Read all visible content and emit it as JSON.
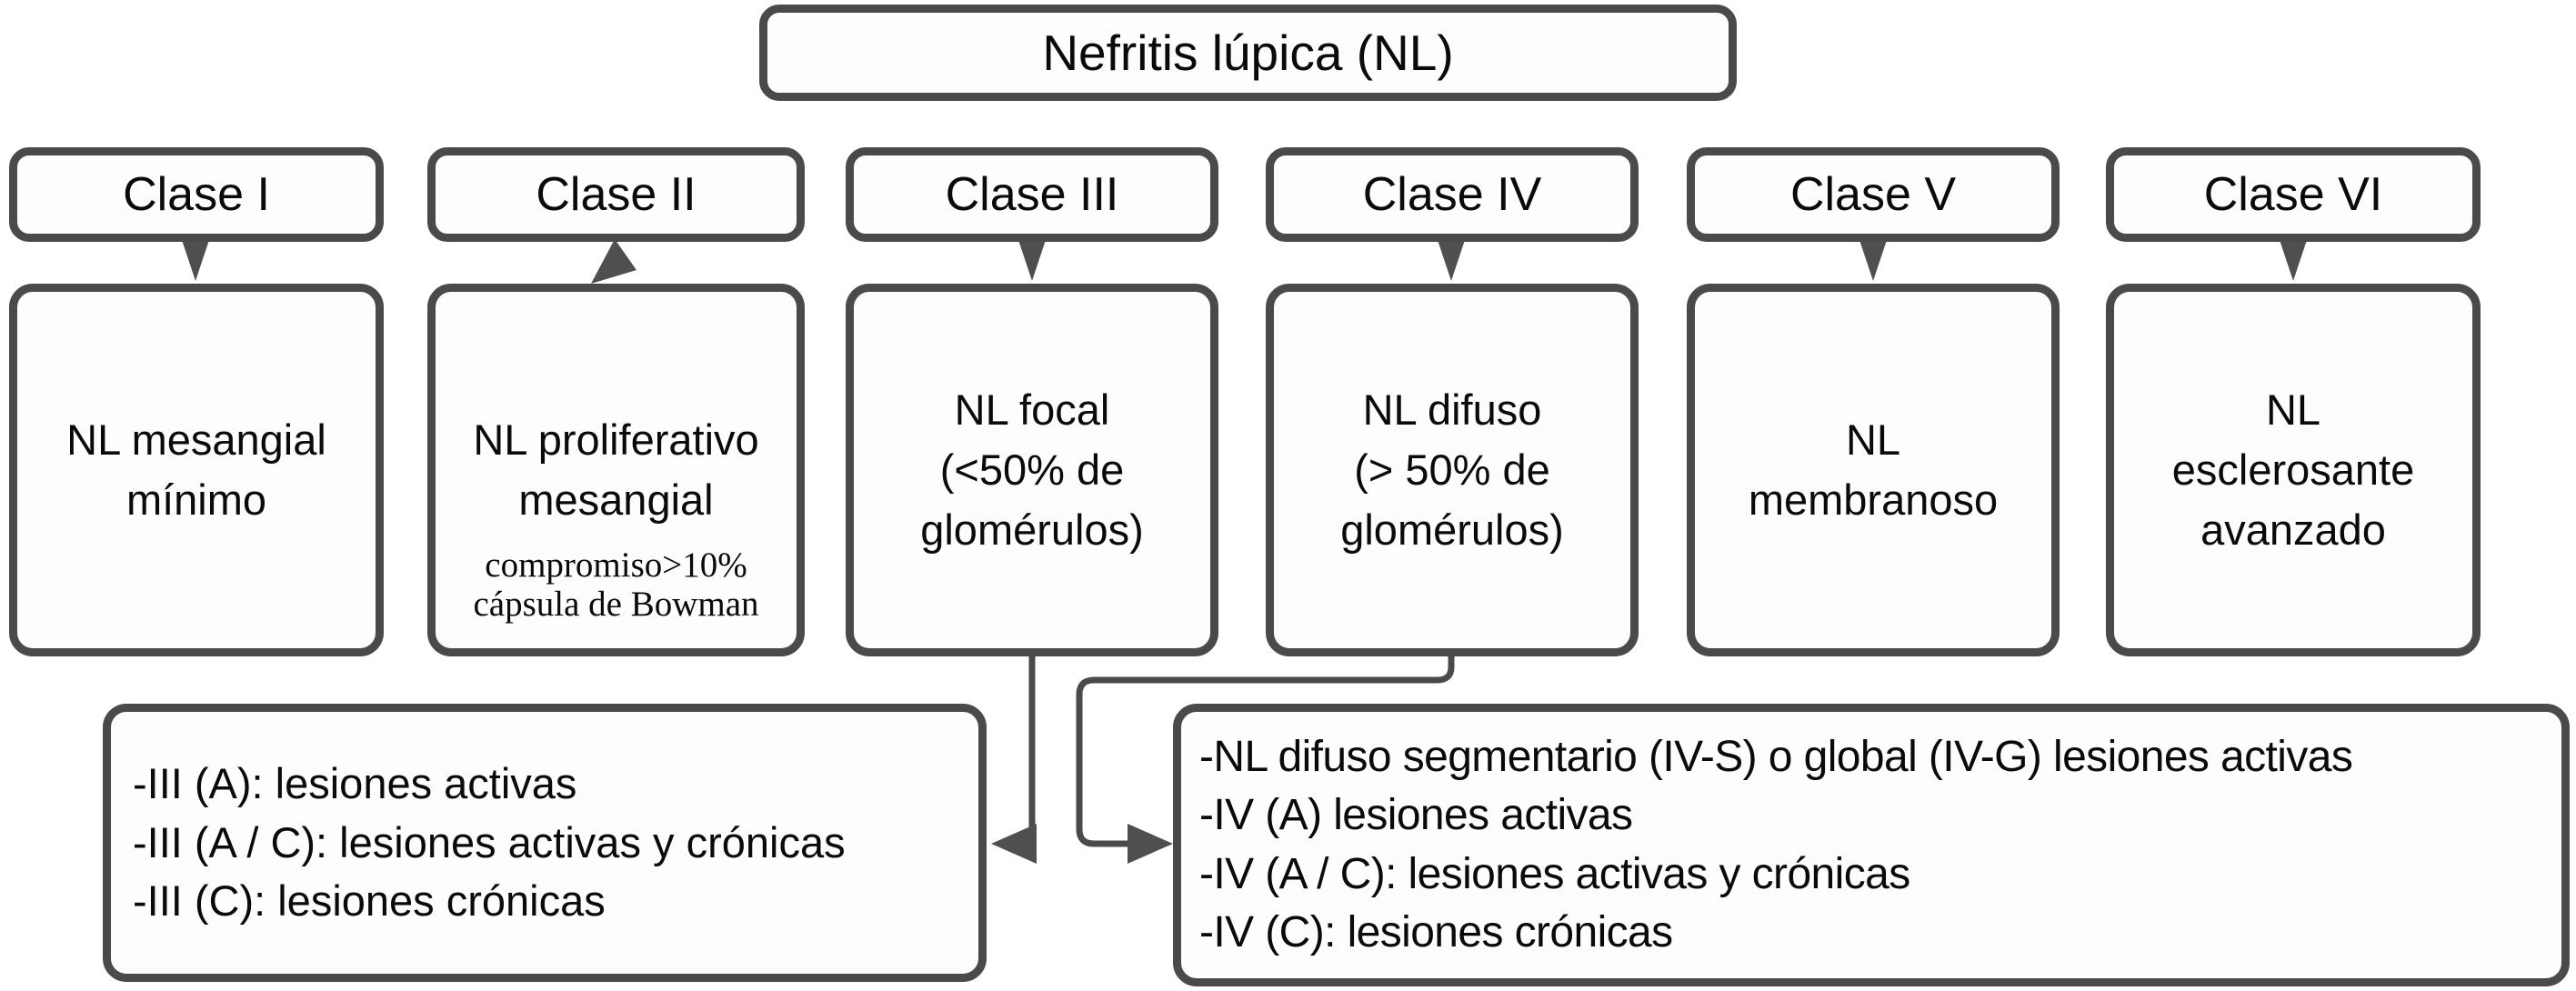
{
  "title": "Nefritis lúpica (NL)",
  "classes": [
    {
      "label": "Clase I",
      "body": "NL mesangial\nmínimo"
    },
    {
      "label": "Clase II",
      "body": "NL proliferativo\nmesangial",
      "note": "compromiso>10%\ncápsula de Bowman"
    },
    {
      "label": "Clase III",
      "body": "NL focal\n(<50% de\nglomérulos)"
    },
    {
      "label": "Clase IV",
      "body": "NL difuso\n(> 50% de\nglomérulos)"
    },
    {
      "label": "Clase V",
      "body": "NL\nmembranoso"
    },
    {
      "label": "Clase VI",
      "body": "NL\nesclerosante\navanzado"
    }
  ],
  "class_iii_details": {
    "lines": [
      "-III (A): lesiones activas",
      "-III (A / C): lesiones activas y crónicas",
      "-III (C): lesiones crónicas"
    ]
  },
  "class_iv_details": {
    "lines": [
      "-NL difuso segmentario (IV-S) o global (IV-G) lesiones activas",
      "-IV (A) lesiones activas",
      "-IV (A / C): lesiones activas y crónicas",
      "-IV (C): lesiones crónicas"
    ]
  },
  "colors": {
    "line": "#4a4a4a",
    "arrow_fill": "#4f4f4f",
    "box_fill": "#fdfdfd",
    "text": "#0a0a0a",
    "background": "#ffffff"
  }
}
